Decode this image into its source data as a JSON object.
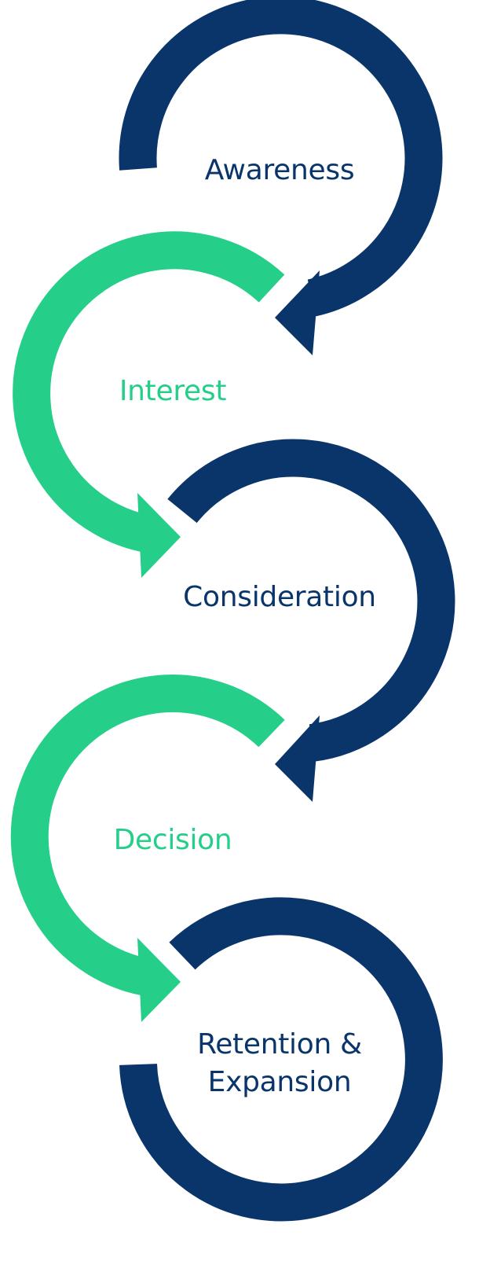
{
  "colors": {
    "navy": "#0a356a",
    "green": "#25cf89",
    "background": "#ffffff"
  },
  "stages": [
    {
      "label": "Awareness",
      "color": "navy"
    },
    {
      "label": "Interest",
      "color": "green"
    },
    {
      "label": "Consideration",
      "color": "navy"
    },
    {
      "label": "Decision",
      "color": "green"
    },
    {
      "label_line1": "Retention &",
      "label_line2": "Expansion",
      "color": "navy"
    }
  ]
}
